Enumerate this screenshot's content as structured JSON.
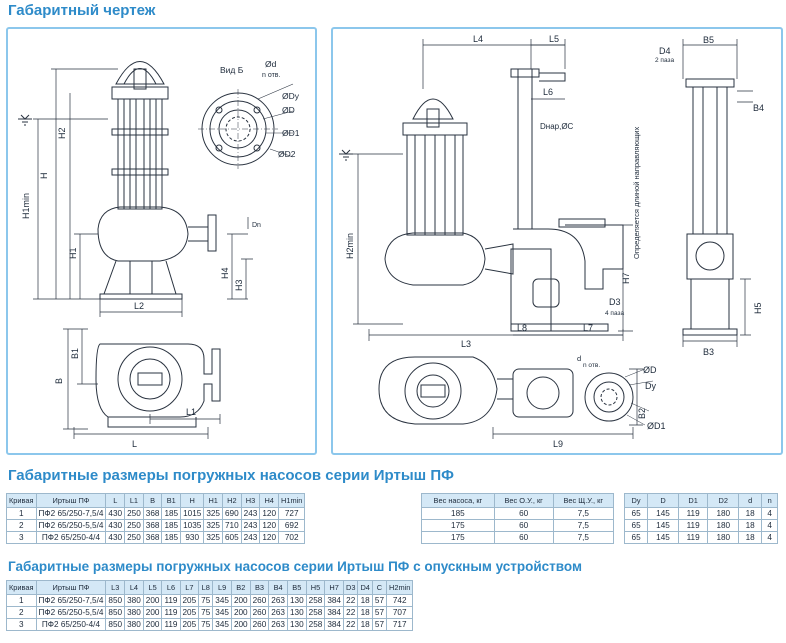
{
  "titles": {
    "drawing": "Габаритный чертеж",
    "table_main": "Габаритные  размеры погружных насосов серии Иртыш ПФ",
    "table_device": "Габаритные  размеры погружных насосов серии Иртыш ПФ с опускным устройством"
  },
  "left_labels": {
    "vid_b": "Вид Б",
    "d": "Ød",
    "n_otv": "n отв.",
    "dy": "ØDy",
    "d_d": "ØD",
    "d1": "ØD1",
    "d2": "ØD2",
    "h": "H",
    "h1min": "H1min",
    "h1": "H1",
    "h2": "H2",
    "h3": "H3",
    "h4": "H4",
    "l2": "L2",
    "b1": "B1",
    "b": "B",
    "l1": "L1",
    "l": "L",
    "dn": "Dn"
  },
  "right_labels": {
    "l4": "L4",
    "l5": "L5",
    "l6": "L6",
    "d4": "D4",
    "b5": "B5",
    "two_holes": "2 паза",
    "b4": "B4",
    "dnap": "Dнар,ØC",
    "guide_note": "Определяется длиной направляющих",
    "h2min": "H2min",
    "h7": "H7",
    "h5": "H5",
    "d3": "D3",
    "four_holes": "4 паза",
    "l3": "L3",
    "l8": "L8",
    "l7": "L7",
    "b3": "B3",
    "d_small": "d",
    "n_otv_small": "n отв.",
    "d_d": "ØD",
    "dy": "Dy",
    "b2": "B2",
    "d1": "ØD1",
    "l9": "L9"
  },
  "table_main": {
    "headers": [
      "Кривая",
      "Иртыш ПФ",
      "L",
      "L1",
      "B",
      "B1",
      "H",
      "H1",
      "H2",
      "H3",
      "H4",
      "H1min"
    ],
    "rows": [
      [
        "1",
        "ПФ2 65/250-7,5/4",
        "430",
        "250",
        "368",
        "185",
        "1015",
        "325",
        "690",
        "243",
        "120",
        "727"
      ],
      [
        "2",
        "ПФ2 65/250-5,5/4",
        "430",
        "250",
        "368",
        "185",
        "1035",
        "325",
        "710",
        "243",
        "120",
        "692"
      ],
      [
        "3",
        "ПФ2 65/250-4/4",
        "430",
        "250",
        "368",
        "185",
        "930",
        "325",
        "605",
        "243",
        "120",
        "702"
      ]
    ]
  },
  "table_weight": {
    "headers": [
      "Вес насоса, кг",
      "Вес О.У., кг",
      "Вес Щ.У., кг"
    ],
    "rows": [
      [
        "185",
        "60",
        "7,5"
      ],
      [
        "175",
        "60",
        "7,5"
      ],
      [
        "175",
        "60",
        "7,5"
      ]
    ]
  },
  "table_flange": {
    "headers": [
      "Dy",
      "D",
      "D1",
      "D2",
      "d",
      "n"
    ],
    "rows": [
      [
        "65",
        "145",
        "119",
        "180",
        "18",
        "4"
      ],
      [
        "65",
        "145",
        "119",
        "180",
        "18",
        "4"
      ],
      [
        "65",
        "145",
        "119",
        "180",
        "18",
        "4"
      ]
    ]
  },
  "table_device": {
    "headers": [
      "Кривая",
      "Иртыш ПФ",
      "L3",
      "L4",
      "L5",
      "L6",
      "L7",
      "L8",
      "L9",
      "B2",
      "B3",
      "B4",
      "B5",
      "H5",
      "H7",
      "D3",
      "D4",
      "C",
      "H2min"
    ],
    "rows": [
      [
        "1",
        "ПФ2 65/250-7,5/4",
        "850",
        "380",
        "200",
        "119",
        "205",
        "75",
        "345",
        "200",
        "260",
        "263",
        "130",
        "258",
        "384",
        "22",
        "18",
        "57",
        "742"
      ],
      [
        "2",
        "ПФ2 65/250-5,5/4",
        "850",
        "380",
        "200",
        "119",
        "205",
        "75",
        "345",
        "200",
        "260",
        "263",
        "130",
        "258",
        "384",
        "22",
        "18",
        "57",
        "707"
      ],
      [
        "3",
        "ПФ2 65/250-4/4",
        "850",
        "380",
        "200",
        "119",
        "205",
        "75",
        "345",
        "200",
        "260",
        "263",
        "130",
        "258",
        "384",
        "22",
        "18",
        "57",
        "717"
      ]
    ]
  }
}
